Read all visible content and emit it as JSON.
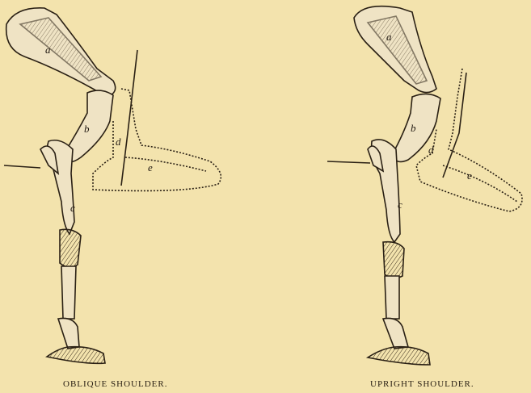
{
  "figures": [
    {
      "caption": "OBLIQUE SHOULDER.",
      "labels": {
        "a": "a",
        "b": "b",
        "c": "c",
        "d": "d",
        "e": "e"
      }
    },
    {
      "caption": "UPRIGHT SHOULDER.",
      "labels": {
        "a": "a",
        "b": "b",
        "c": "c",
        "d": "d",
        "e": "e"
      }
    }
  ],
  "colors": {
    "paper": "#f3e3ad",
    "ink": "#2a2014",
    "bone_fill": "#efe3c4"
  }
}
